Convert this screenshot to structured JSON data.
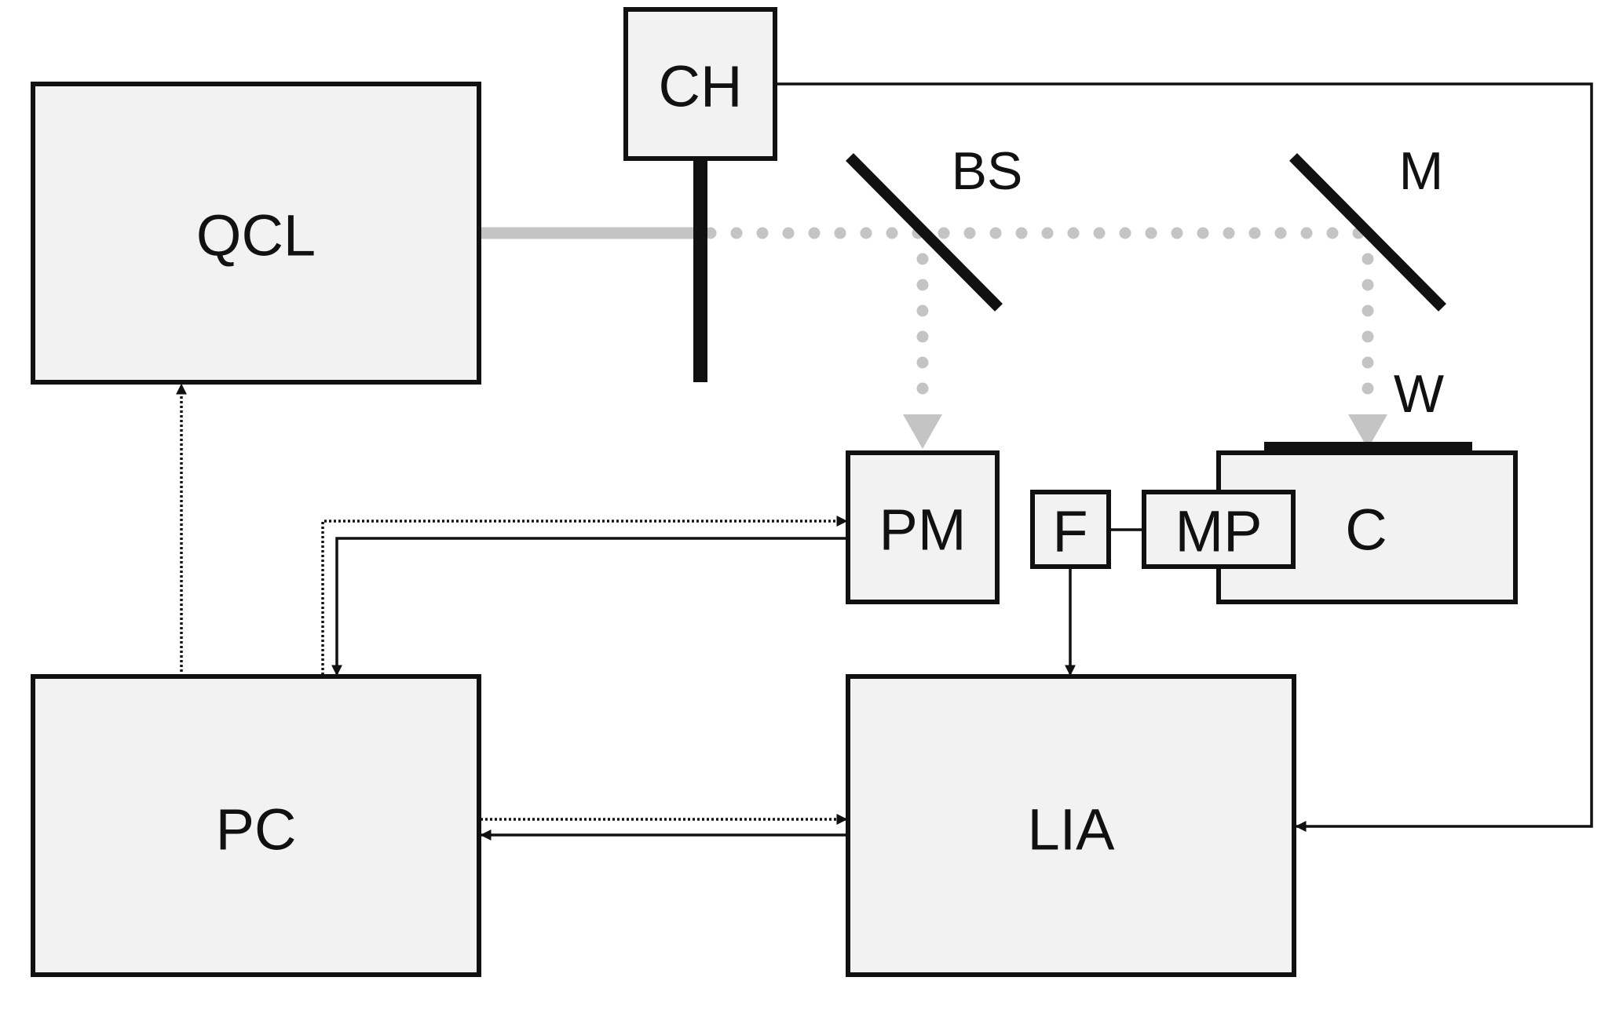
{
  "colors": {
    "box_fill": "#f2f2f2",
    "outline": "#111111",
    "beam": "#c4c4c4",
    "background": "#ffffff"
  },
  "components": {
    "qcl": "QCL",
    "ch": "CH",
    "bs": "BS",
    "m": "M",
    "w": "W",
    "pm": "PM",
    "f": "F",
    "mp": "MP",
    "c": "C",
    "pc": "PC",
    "lia": "LIA"
  }
}
